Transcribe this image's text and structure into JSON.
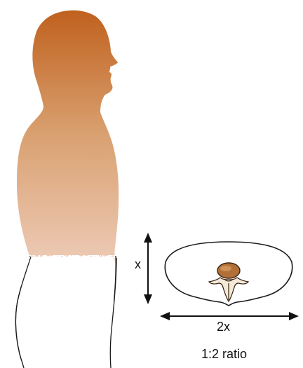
{
  "labels": {
    "depth": "x",
    "width": "2x",
    "ratio": "1:2 ratio"
  },
  "colors": {
    "skin_top": "#c0611e",
    "skin_mid": "#d9a070",
    "skin_bottom": "#ecc8b2",
    "outline": "#1a1a1a",
    "vertebra_body": "#b07038"
  },
  "icons": {
    "figure": "human-profile-silhouette",
    "cross_section": "abdomen-cross-section",
    "spine": "vertebra-icon"
  }
}
